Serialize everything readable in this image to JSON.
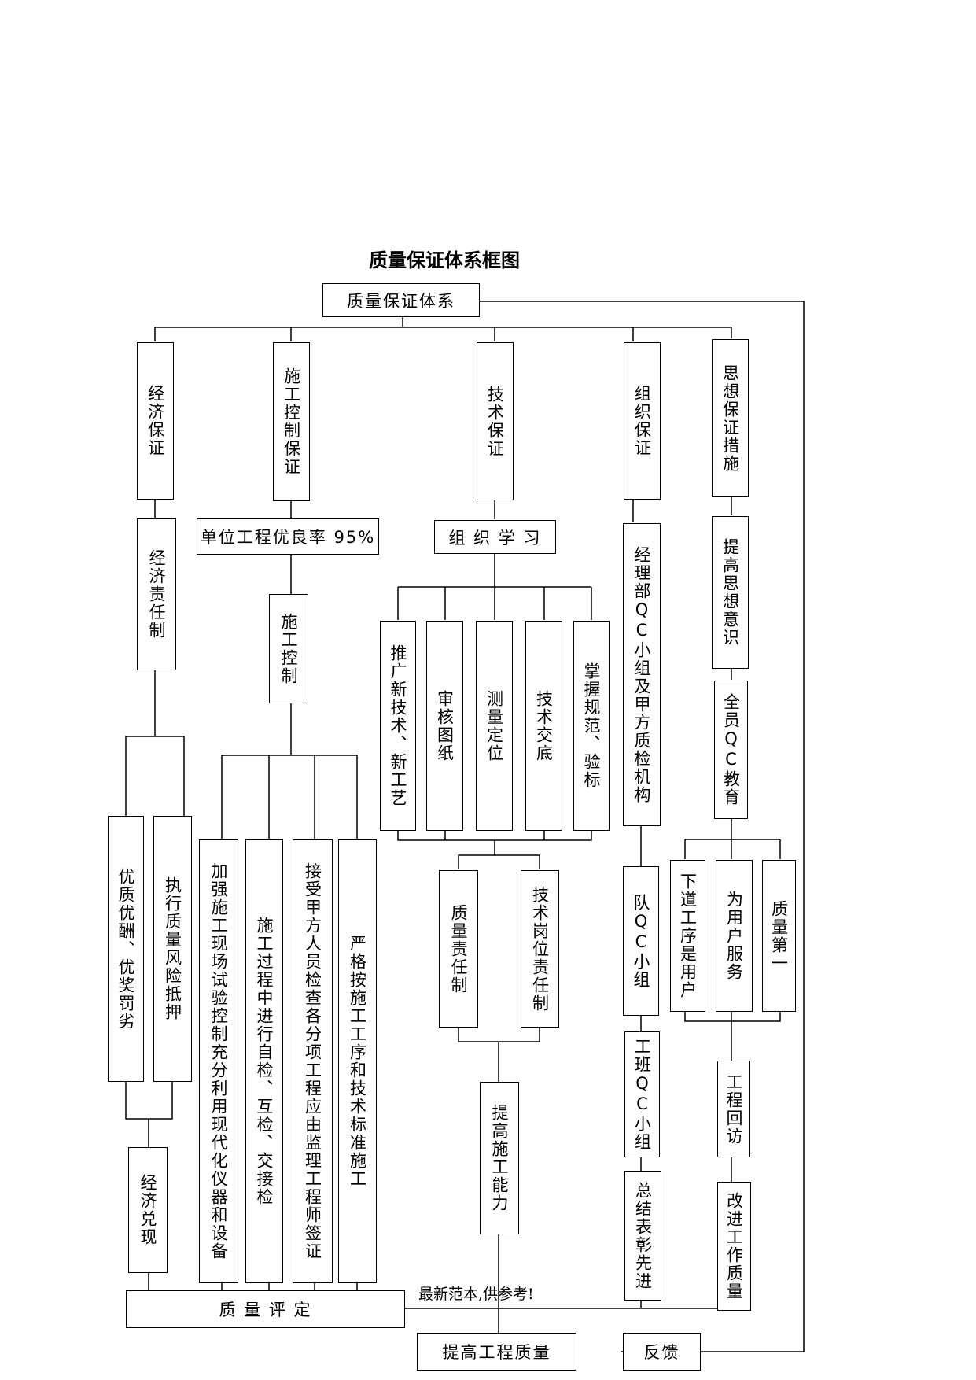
{
  "title": "质量保证体系框图",
  "note": "最新范本,供参考!",
  "boxes": {
    "root": "质量保证体系",
    "econ": "经济保证",
    "cons": "施工控制保证",
    "tech": "技术保证",
    "org": "组织保证",
    "idea": "思想保证措施",
    "econ_resp": "经济责任制",
    "unit_rate": "单位工程优良率 95%",
    "study": "组 织 学 习",
    "org_qc": "经理部QC小组及甲方质检机构",
    "raise_idea": "提高思想意识",
    "cons_ctrl": "施工控制",
    "promote": "推广新技术、新工艺",
    "review": "审核图纸",
    "survey": "测量定位",
    "disclose": "技术交底",
    "master": "掌握规范、验标",
    "all_qc": "全员QC教育",
    "reward": "优质优酬、优奖罚劣",
    "risk": "执行质量风险抵押",
    "test": "加强施工现场试验控制充分利用现代化仪器和设备",
    "selfcheck": "施工过程中进行自检、互检、交接检",
    "accept": "接受甲方人员检查各分项工程应由监理工程师签证",
    "strict": "严格按施工工序和技术标准施工",
    "qual_resp": "质量责任制",
    "post_resp": "技术岗位责任制",
    "team_qc": "队QC小组",
    "next_user": "下道工序是用户",
    "serve_user": "为用户服务",
    "quality_first": "质量第一",
    "econ_cash": "经济兑现",
    "raise_ability": "提高施工能力",
    "crew_qc": "工班QC小组",
    "revisit": "工程回访",
    "summary": "总结表彰先进",
    "improve": "改进工作质量",
    "evaluate": "质 量 评 定",
    "raise_quality": "提高工程质量",
    "feedback": "反馈"
  }
}
